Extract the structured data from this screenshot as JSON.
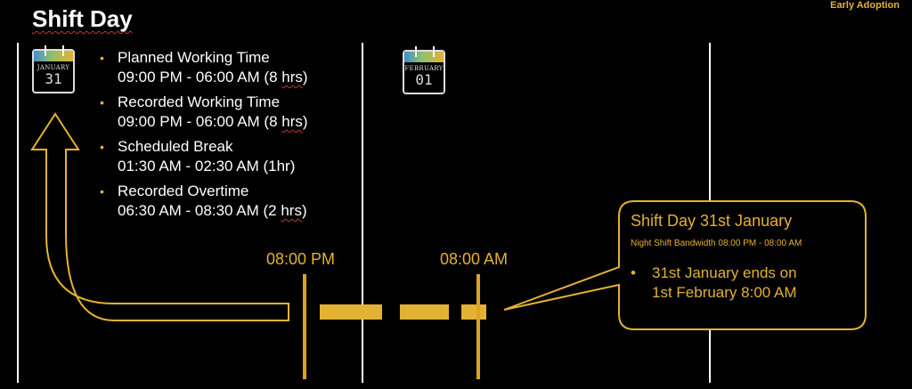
{
  "header": {
    "title": "Shift Day",
    "badge": "Early Adoption"
  },
  "calendars": [
    {
      "month": "JANUARY",
      "day": "31"
    },
    {
      "month": "FEBRUARY",
      "day": "01"
    }
  ],
  "details": [
    {
      "label": "Planned Working Time",
      "value_main": "09:00 PM - 06:00 AM (8 ",
      "value_wavy": "hrs",
      "value_end": ")"
    },
    {
      "label": "Recorded Working Time",
      "value_main": "09:00 PM - 06:00 AM (8 ",
      "value_wavy": "hrs",
      "value_end": ")"
    },
    {
      "label": "Scheduled Break",
      "value_main": "01:30 AM - 02:30 AM (1hr)",
      "value_wavy": "",
      "value_end": ""
    },
    {
      "label": "Recorded Overtime",
      "value_main": "06:30 AM - 08:30 AM (2 ",
      "value_wavy": "hrs",
      "value_end": ")"
    }
  ],
  "timeline": {
    "start_label": "08:00 PM",
    "end_label": "08:00 AM"
  },
  "callout": {
    "title": "Shift Day 31st January",
    "subtitle": "Night Shift Bandwidth 08:00 PM - 08:00 AM",
    "bullet_line1": "31st January ends on",
    "bullet_line2": "1st February 8:00 AM"
  },
  "colors": {
    "accent": "#e3b232",
    "background": "#000000",
    "divider": "#ffffff"
  }
}
